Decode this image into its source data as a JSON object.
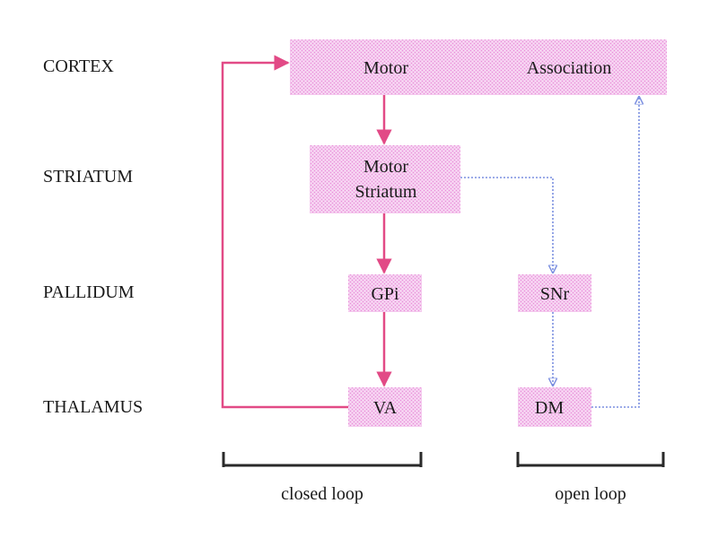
{
  "levels": {
    "cortex": "CORTEX",
    "striatum": "STRIATUM",
    "pallidum": "PALLIDUM",
    "thalamus": "THALAMUS"
  },
  "nodes": {
    "motor": "Motor",
    "association": "Association",
    "motor_striatum_1": "Motor",
    "motor_striatum_2": "Striatum",
    "gpi": "GPi",
    "snr": "SNr",
    "va": "VA",
    "dm": "DM"
  },
  "loops": {
    "closed": "closed loop",
    "open": "open loop"
  },
  "colors": {
    "box_fill": "#f0b8e6",
    "closed_arrow": "#e24a86",
    "open_arrow": "#7b8fe0",
    "bracket": "#2a2a2a"
  }
}
